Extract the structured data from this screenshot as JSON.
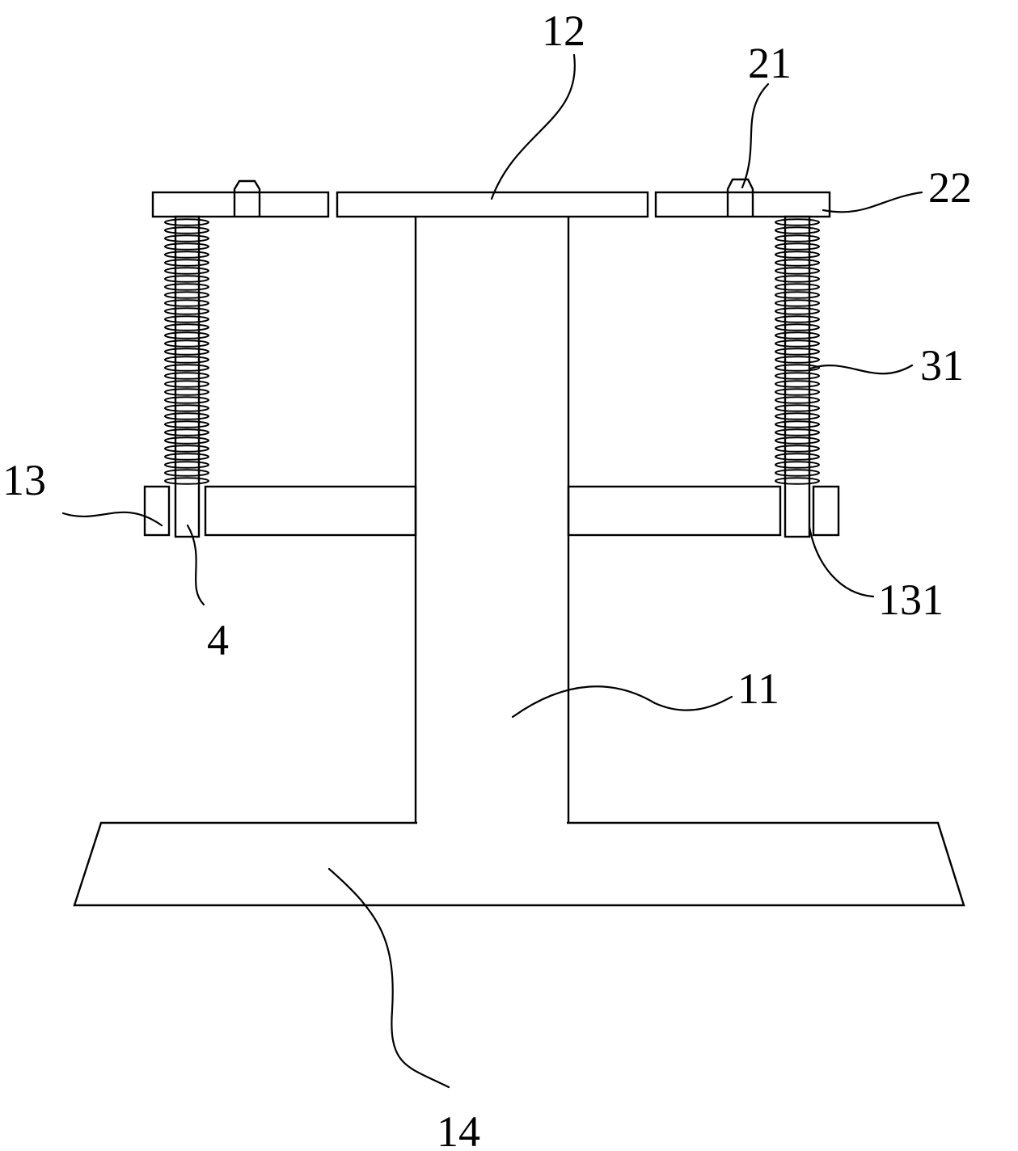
{
  "labels": {
    "column": "11",
    "top_plate": "12",
    "support_arm": "13",
    "base": "14",
    "pin": "21",
    "side_plate": "22",
    "spring": "31",
    "guide_hole": "131",
    "guide_rod": "4"
  }
}
